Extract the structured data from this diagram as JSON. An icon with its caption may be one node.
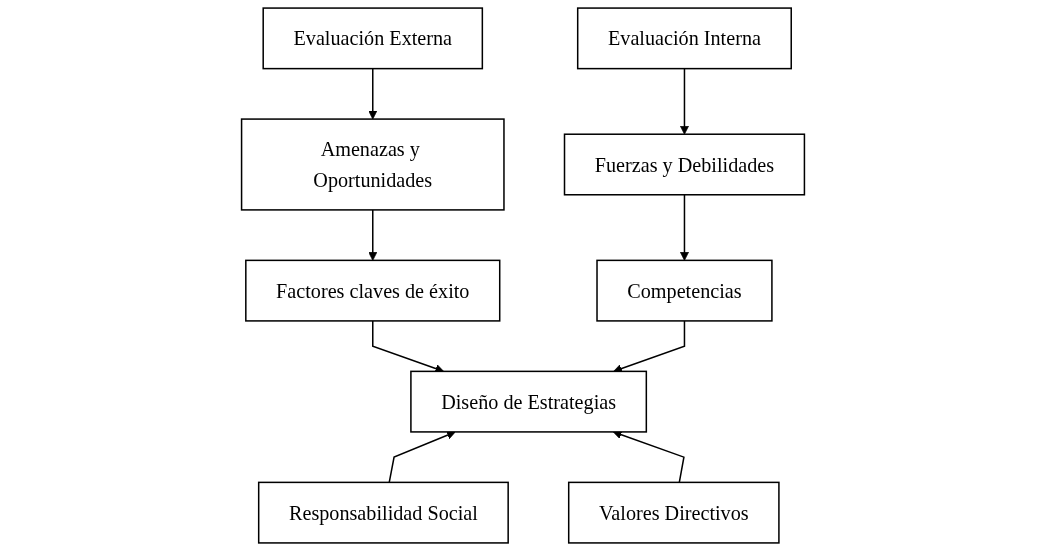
{
  "diagram": {
    "nodes": [
      {
        "text": [
          "Evaluación Externa"
        ]
      },
      {
        "text": [
          "Evaluación Interna"
        ]
      },
      {
        "text": [
          "Amenazas y Oportunidades"
        ]
      },
      {
        "text": [
          "Fuerzas y Debilidades"
        ]
      },
      {
        "text": [
          "Factores claves de éxito"
        ]
      },
      {
        "text": [
          "Competencias"
        ]
      },
      {
        "text": [
          "Diseño de Estrategias"
        ]
      },
      {
        "text": [
          "Responsabilidad Social"
        ]
      },
      {
        "text": [
          "Valores Directivos"
        ]
      }
    ],
    "edges": [
      {
        "from": 0,
        "to": 2,
        "arrow": "to"
      },
      {
        "from": 2,
        "to": 4,
        "arrow": "to"
      },
      {
        "from": 1,
        "to": 3,
        "arrow": "to"
      },
      {
        "from": 3,
        "to": 5,
        "arrow": "to"
      },
      {
        "from": 4,
        "to": 6,
        "arrow": "to"
      },
      {
        "from": 5,
        "to": 6,
        "arrow": "to"
      },
      {
        "from": 7,
        "to": 6,
        "arrow": "to"
      },
      {
        "from": 8,
        "to": 6,
        "arrow": "to"
      }
    ]
  }
}
